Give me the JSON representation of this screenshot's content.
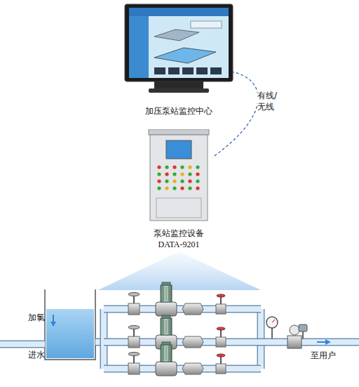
{
  "diagram": {
    "nodes": [
      {
        "text": [
          "加压泵站监控中心"
        ]
      },
      {
        "text": [
          "泵站监控设备",
          "DATA-9201"
        ]
      }
    ],
    "edges": [
      {
        "from": 0,
        "to": 1,
        "arrow": "none",
        "label": "有线/ 无线"
      }
    ],
    "labels": [
      "加氯",
      "进水",
      "至用户"
    ]
  }
}
